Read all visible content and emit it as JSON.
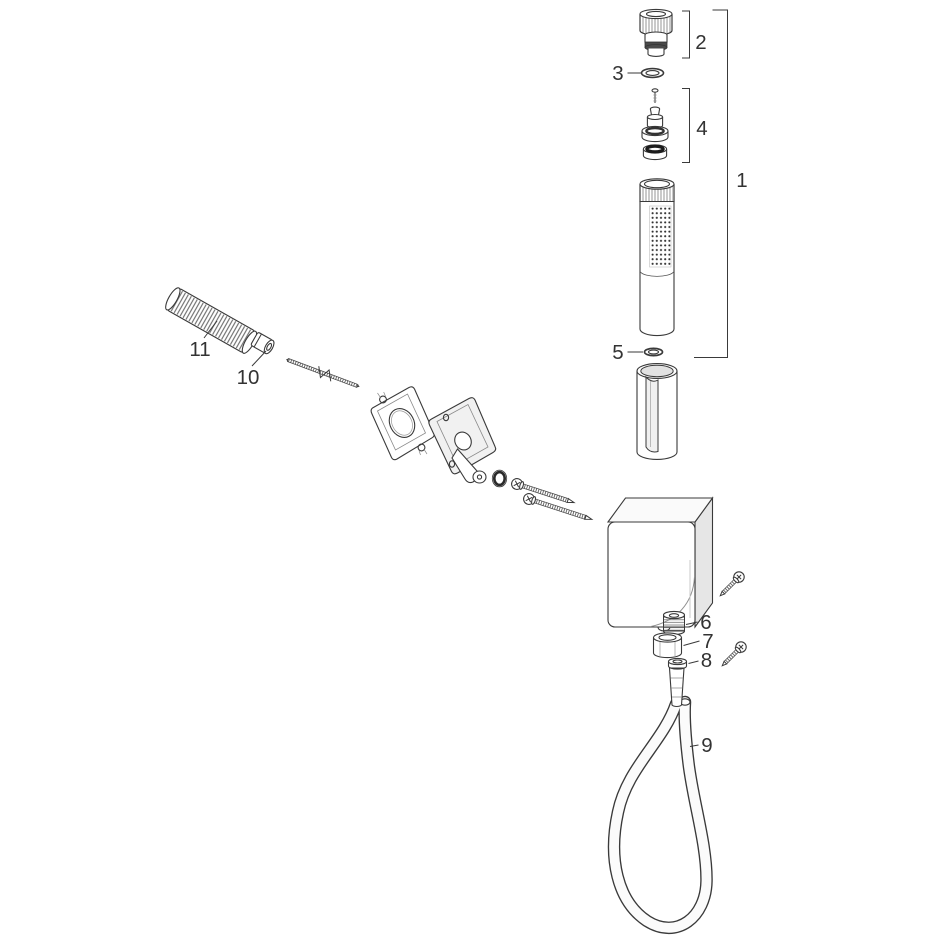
{
  "diagram": {
    "background_color": "#ffffff",
    "line_color": "#3a3a3a",
    "label_color": "#333333",
    "part_labels": {
      "p1": "1",
      "p2": "2",
      "p3": "3",
      "p4": "4",
      "p5": "5",
      "p6": "6",
      "p7": "7",
      "p8": "8",
      "p9": "9",
      "p10": "10",
      "p11": "11"
    }
  }
}
